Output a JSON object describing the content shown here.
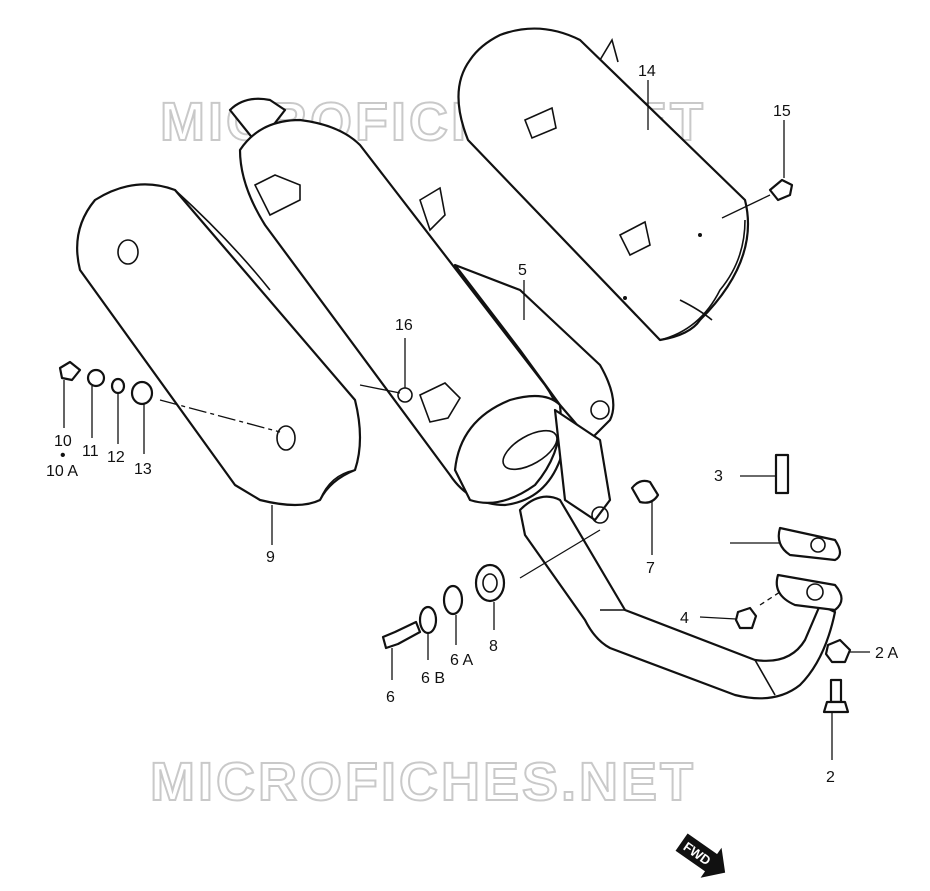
{
  "watermark": {
    "text": "MICROFICHES.NET"
  },
  "direction_marker": {
    "label": "FWD"
  },
  "callouts": [
    {
      "id": "c2",
      "label": "2"
    },
    {
      "id": "c2a",
      "label": "2 A"
    },
    {
      "id": "c3",
      "label": "3"
    },
    {
      "id": "c4",
      "label": "4"
    },
    {
      "id": "c5",
      "label": "5"
    },
    {
      "id": "c6",
      "label": "6"
    },
    {
      "id": "c6a",
      "label": "6 A"
    },
    {
      "id": "c6b",
      "label": "6 B"
    },
    {
      "id": "c7",
      "label": "7"
    },
    {
      "id": "c8",
      "label": "8"
    },
    {
      "id": "c9",
      "label": "9"
    },
    {
      "id": "c10",
      "label": "10"
    },
    {
      "id": "c10dot",
      "label": "•"
    },
    {
      "id": "c10a",
      "label": "10 A"
    },
    {
      "id": "c11",
      "label": "11"
    },
    {
      "id": "c12",
      "label": "12"
    },
    {
      "id": "c13",
      "label": "13"
    },
    {
      "id": "c14",
      "label": "14"
    },
    {
      "id": "c15",
      "label": "15"
    },
    {
      "id": "c16",
      "label": "16"
    }
  ]
}
